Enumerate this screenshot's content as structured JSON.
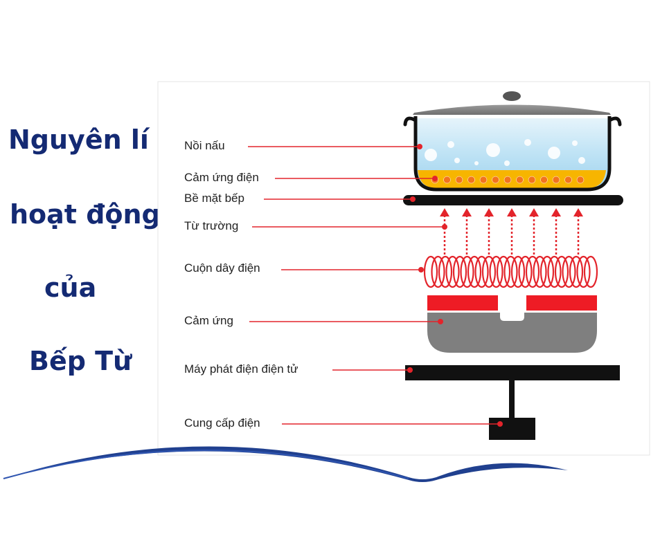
{
  "title": {
    "line1": "Nguyên lí",
    "line2": "hoạt động",
    "line3": "của",
    "line4": "Bếp Từ"
  },
  "labels": {
    "pot": "Nồi nấu",
    "induction_heat": "Cảm ứng điện",
    "stove_surface": "Bề mặt bếp",
    "magnetic_field": "Từ trường",
    "coil": "Cuộn dây điện",
    "inductor": "Cảm ứng",
    "generator": "Máy phát điện điện tử",
    "power_supply": "Cung cấp điện"
  },
  "colors": {
    "title": "#142a73",
    "leader": "#e3242b",
    "water": "#c4e6f7",
    "oil": "#f7b500",
    "metal": "#7f7f7f",
    "black": "#111111",
    "wave": "#20408f"
  }
}
